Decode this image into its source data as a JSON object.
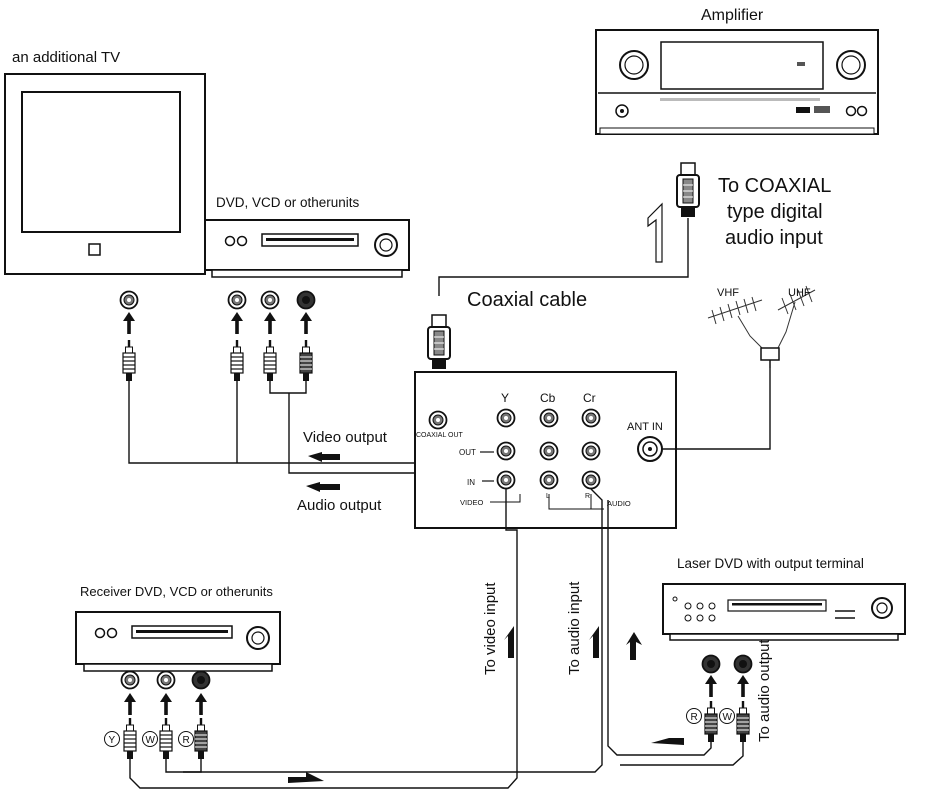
{
  "labels": {
    "amplifier": "Amplifier",
    "additional_tv": "an additional TV",
    "dvd_top": "DVD, VCD or otherunits",
    "coaxial_cable": "Coaxial cable",
    "to_coaxial_1": "To COAXIAL",
    "to_coaxial_2": "type digital",
    "to_coaxial_3": "audio input",
    "vhf": "VHF",
    "uhf": "UHF",
    "video_output": "Video output",
    "audio_output": "Audio output",
    "receiver": "Receiver DVD, VCD or otherunits",
    "laser_dvd": "Laser DVD with output terminal",
    "to_video_input": "To video input",
    "to_audio_input": "To audio input",
    "to_audio_output": "To audio output"
  },
  "panel": {
    "y": "Y",
    "cb": "Cb",
    "cr": "Cr",
    "coaxial_out": "COAXIAL OUT",
    "ant_in": "ANT IN",
    "out": "OUT",
    "in": "IN",
    "video": "VIDEO",
    "audio": "AUDIO",
    "l": "L",
    "r": "R"
  },
  "plug_marks": {
    "y": "Y",
    "w": "W",
    "r": "R"
  },
  "icons": [
    "tv-icon",
    "dvd-player-icon",
    "amplifier-icon",
    "antenna-icon",
    "rca-jack-icon",
    "rca-plug-icon",
    "coaxial-plug-icon",
    "arrow-icon"
  ]
}
